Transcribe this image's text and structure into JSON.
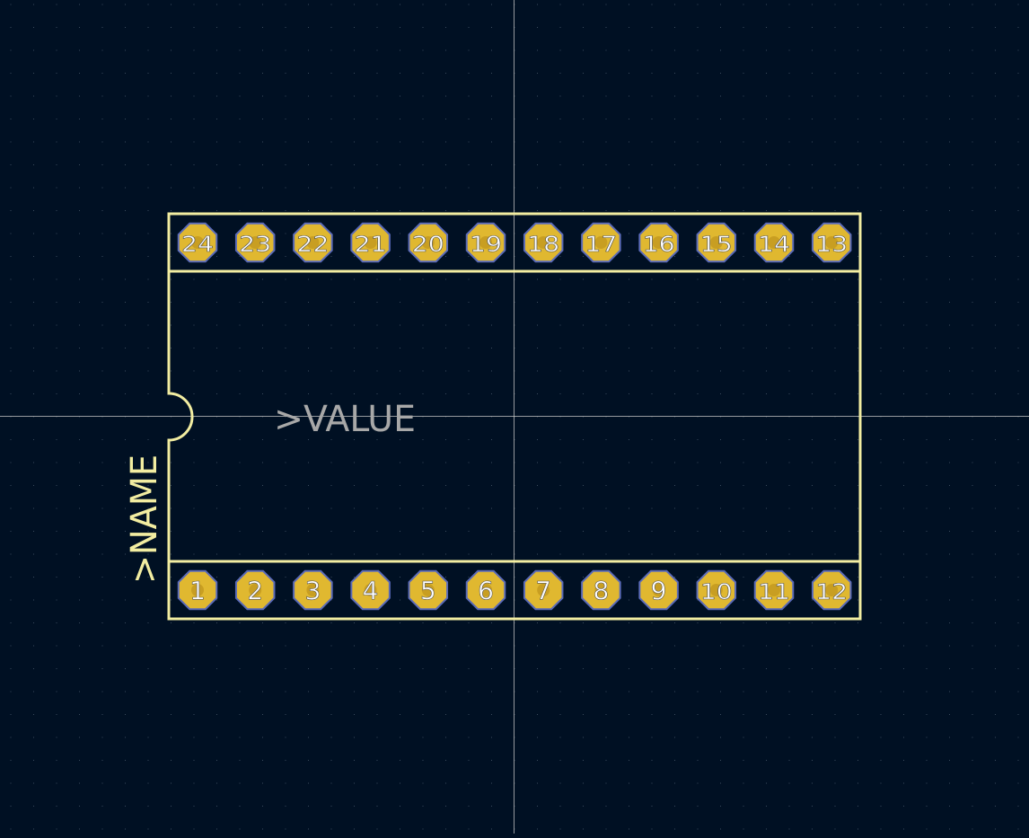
{
  "colors": {
    "background": "#001023",
    "grid_dot": "#3a4a5c",
    "crosshair": "#c8c8c8",
    "silkscreen": "#f2eda1",
    "pad_fill": "#e0b830",
    "pad_outline": "#5a6ab8",
    "pad_number": "#ffffff",
    "value_text": "#a8a8a8"
  },
  "labels": {
    "name": ">NAME",
    "value": ">VALUE"
  },
  "pads": {
    "top_row": [
      "24",
      "23",
      "22",
      "21",
      "20",
      "19",
      "18",
      "17",
      "16",
      "15",
      "14",
      "13"
    ],
    "bottom_row": [
      "1",
      "2",
      "3",
      "4",
      "5",
      "6",
      "7",
      "8",
      "9",
      "10",
      "11",
      "12"
    ]
  }
}
